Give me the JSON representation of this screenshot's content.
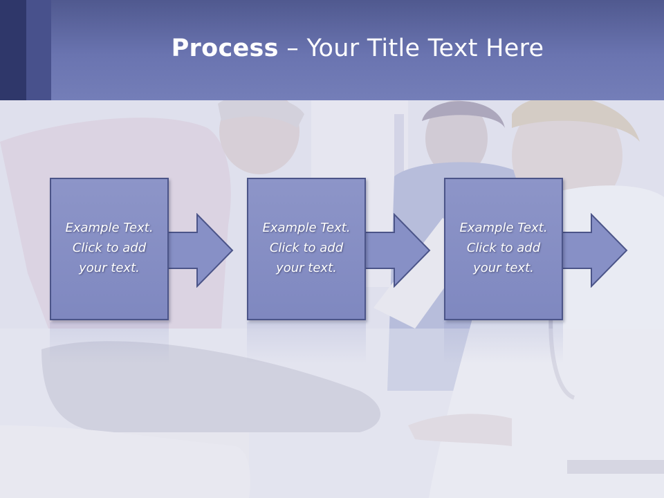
{
  "slide": {
    "title_bold": "Process",
    "title_rest": " – Your Title Text Here"
  },
  "steps": [
    {
      "text": "Example Text.\nClick  to add\nyour text."
    },
    {
      "text": "Example Text.\nClick  to add\nyour text."
    },
    {
      "text": "Example Text.\nClick  to add\nyour text."
    }
  ],
  "colors": {
    "header": "#6a74b0",
    "box_fill": "#8890c4",
    "box_border": "#4b5488"
  }
}
